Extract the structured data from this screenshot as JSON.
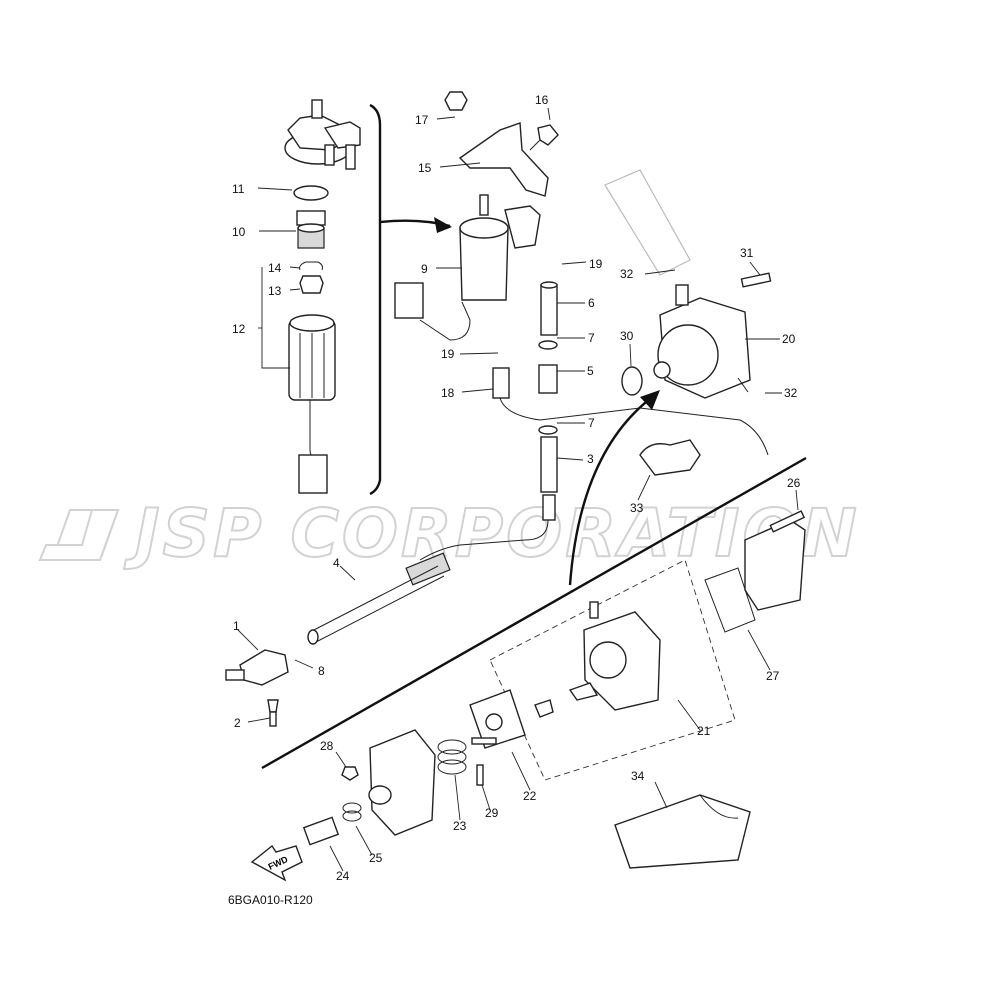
{
  "diagram_code": "6BGA010-R120",
  "watermark": "JSP CORPORATION",
  "fwd_label": "FWD",
  "callouts": [
    "1",
    "2",
    "3",
    "4",
    "5",
    "6",
    "7",
    "7",
    "8",
    "9",
    "10",
    "11",
    "12",
    "13",
    "14",
    "15",
    "16",
    "17",
    "18",
    "19",
    "19",
    "20",
    "21",
    "22",
    "23",
    "24",
    "25",
    "26",
    "27",
    "28",
    "29",
    "30",
    "31",
    "32",
    "32",
    "33",
    "34"
  ]
}
